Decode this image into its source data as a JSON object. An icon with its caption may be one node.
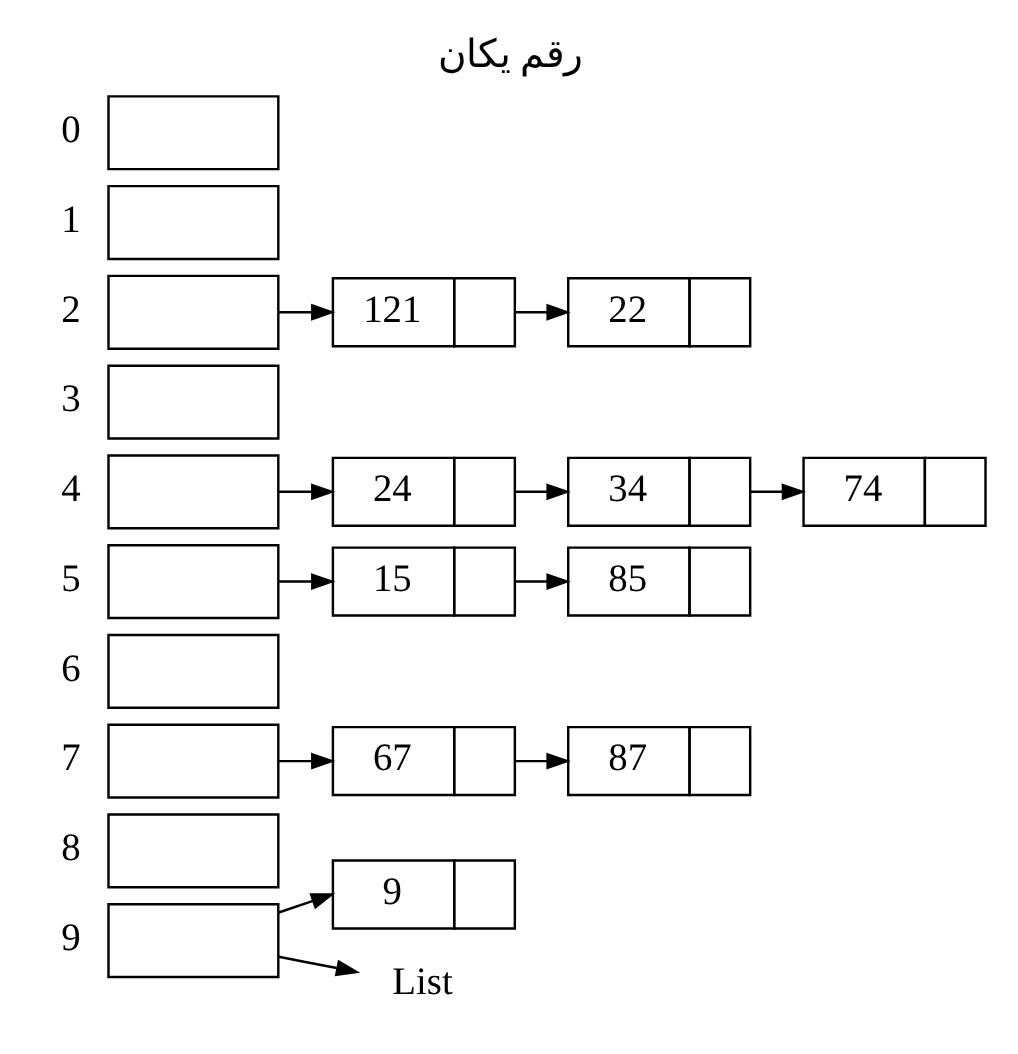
{
  "diagram": {
    "title": "رقم یکان",
    "nodes": [
      {
        "text": [],
        "shape": "box",
        "beside": [
          "0"
        ]
      },
      {
        "text": [],
        "shape": "box",
        "beside": [
          "1"
        ]
      },
      {
        "text": [],
        "shape": "box",
        "beside": [
          "2"
        ]
      },
      {
        "text": [],
        "shape": "box",
        "beside": [
          "3"
        ]
      },
      {
        "text": [],
        "shape": "box",
        "beside": [
          "4"
        ]
      },
      {
        "text": [],
        "shape": "box",
        "beside": [
          "5"
        ]
      },
      {
        "text": [],
        "shape": "box",
        "beside": [
          "6"
        ]
      },
      {
        "text": [],
        "shape": "box",
        "beside": [
          "7"
        ]
      },
      {
        "text": [],
        "shape": "box",
        "beside": [
          "8"
        ]
      },
      {
        "text": [],
        "shape": "box",
        "beside": [
          "9"
        ]
      },
      {
        "text": [
          "121"
        ]
      },
      {
        "text": [
          "22"
        ]
      },
      {
        "text": [
          "24"
        ]
      },
      {
        "text": [
          "34"
        ]
      },
      {
        "text": [
          "74"
        ]
      },
      {
        "text": [
          "15"
        ]
      },
      {
        "text": [
          "85"
        ]
      },
      {
        "text": [
          "67"
        ]
      },
      {
        "text": [
          "87"
        ]
      },
      {
        "text": [
          "9"
        ]
      },
      {
        "text": [
          "List"
        ]
      }
    ],
    "edges": [
      {
        "from": 2,
        "to": 10,
        "arrow": "to"
      },
      {
        "from": 10,
        "to": 11,
        "arrow": "to"
      },
      {
        "from": 4,
        "to": 12,
        "arrow": "to"
      },
      {
        "from": 12,
        "to": 13,
        "arrow": "to"
      },
      {
        "from": 13,
        "to": 14,
        "arrow": "to"
      },
      {
        "from": 5,
        "to": 15,
        "arrow": "to"
      },
      {
        "from": 15,
        "to": 16,
        "arrow": "to"
      },
      {
        "from": 7,
        "to": 17,
        "arrow": "to"
      },
      {
        "from": 17,
        "to": 18,
        "arrow": "to"
      },
      {
        "from": 9,
        "to": 19,
        "arrow": "to"
      },
      {
        "from": 9,
        "to": 20,
        "arrow": "to"
      }
    ]
  }
}
